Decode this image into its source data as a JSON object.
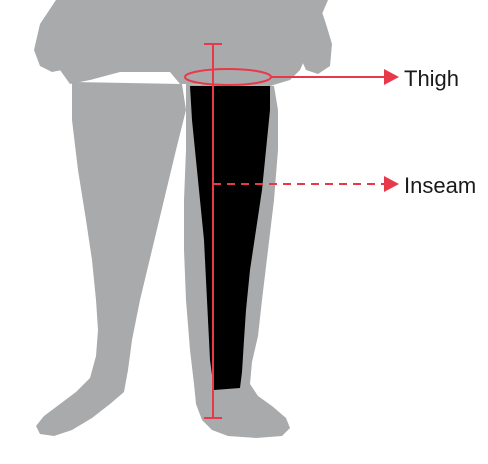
{
  "diagram": {
    "labels": {
      "thigh": "Thigh",
      "inseam": "Inseam"
    },
    "colors": {
      "silhouette": "#a9aaab",
      "garment": "#000000",
      "measure": "#e8394b",
      "text": "#1a1a1a",
      "background": "#ffffff"
    },
    "icons": {
      "thigh_arrow": "arrow-right-solid",
      "inseam_arrow": "arrow-right-dashed"
    }
  }
}
